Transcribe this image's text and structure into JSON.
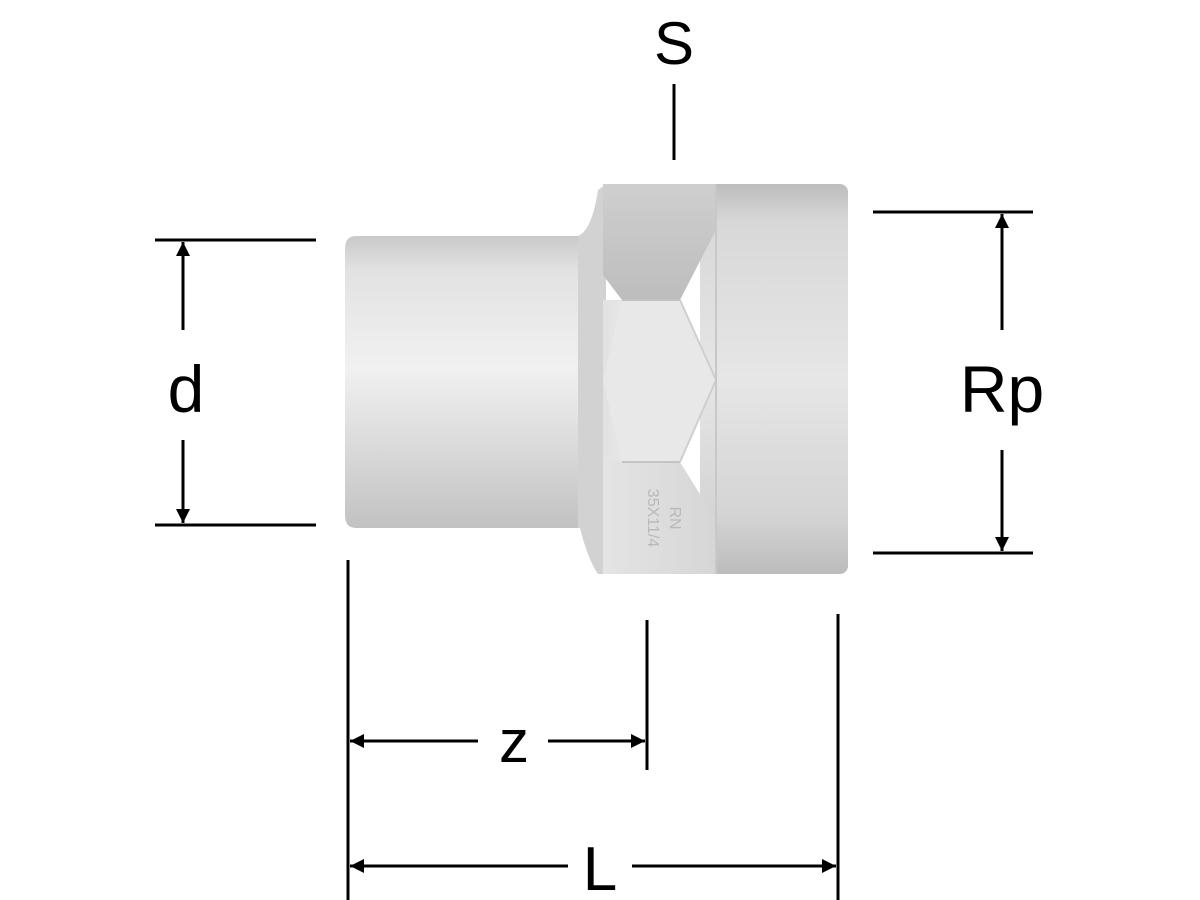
{
  "labels": {
    "s": "S",
    "d": "d",
    "rp": "Rp",
    "z": "z",
    "l": "L"
  },
  "stamp": {
    "line1": "RN",
    "line2": "35X11/4"
  },
  "colors": {
    "line": "#000000",
    "metal_light": "#ececec",
    "metal_mid": "#d6d6d6",
    "metal_dark": "#a8a8a8",
    "background": "#ffffff"
  }
}
